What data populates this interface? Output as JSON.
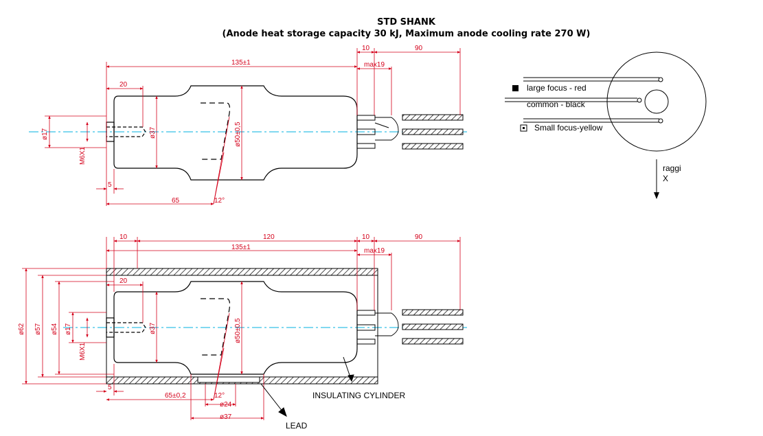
{
  "title": {
    "line1": "STD SHANK",
    "line2": "(Anode heat storage capacity 30 kJ, Maximum anode cooling rate 270 W)"
  },
  "top_view": {
    "dims": {
      "d10": "10",
      "d90": "90",
      "d135": "135±1",
      "dmax19": "max19",
      "d20": "20",
      "dphi17": "ø17",
      "dphi37": "ø37",
      "dphi50": "ø50±0,5",
      "dm6": "M6X1",
      "d5": "5",
      "d65": "65",
      "d12": "12°"
    }
  },
  "bottom_view": {
    "dims": {
      "d10a": "10",
      "d120": "120",
      "d10b": "10",
      "d90": "90",
      "d135": "135±1",
      "dmax19": "max19",
      "d20": "20",
      "dphi62": "ø62",
      "dphi57": "ø57",
      "dphi54": "ø54",
      "dphi17": "ø17",
      "dm6": "M6X1",
      "dphi37": "ø37",
      "dphi50": "ø50±0,5",
      "d5": "5",
      "d65": "65±0,2",
      "d12": "12°",
      "dphi24": "ø24",
      "dphi37b": "ø37"
    },
    "labels": {
      "insulating": "INSULATING CYLINDER",
      "lead": "LEAD"
    }
  },
  "connector": {
    "large_focus": "large focus - red",
    "common": "common - black",
    "small_focus": "Small focus-yellow",
    "raggi": "raggi",
    "x": "X"
  },
  "colors": {
    "dimension": "#d4001a",
    "axis": "#00b0e0",
    "outline": "#000000"
  }
}
